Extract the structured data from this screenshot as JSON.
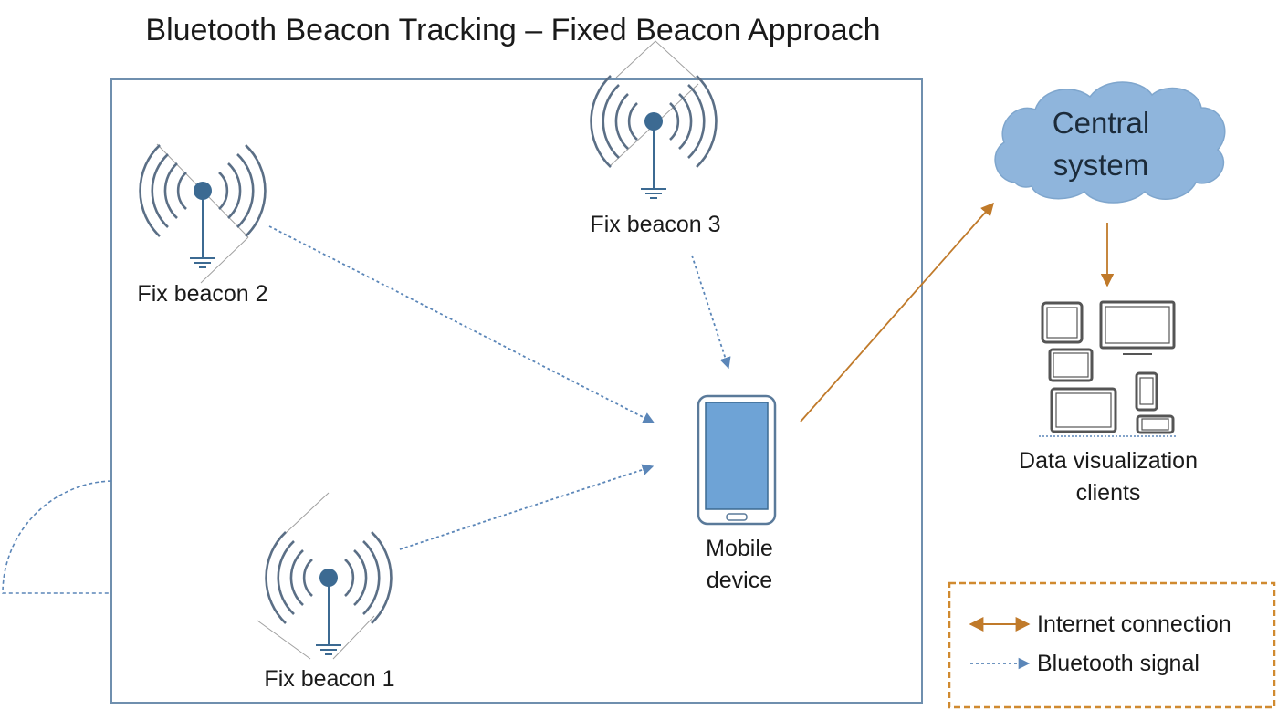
{
  "title": "Bluetooth Beacon Tracking – Fixed Beacon Approach",
  "beacons": [
    {
      "label": "Fix beacon 1"
    },
    {
      "label": "Fix beacon 2"
    },
    {
      "label": "Fix beacon 3"
    }
  ],
  "mobile": {
    "line1": "Mobile",
    "line2": "device"
  },
  "central": {
    "line1": "Central",
    "line2": "system"
  },
  "clients": {
    "line1": "Data visualization",
    "line2": "clients"
  },
  "legend": {
    "internet": "Internet connection",
    "bluetooth": "Bluetooth signal"
  },
  "colors": {
    "internet": "#c07a2a",
    "bluetooth": "#5b86b8",
    "beacon": "#3c6a92",
    "waves": "#5b6f86",
    "cloud": "#8fb5dc",
    "wall": "#6f8fae",
    "device": "#5a7a9a",
    "screen": "#6ea3d6",
    "legend_border": "#d08a30"
  }
}
